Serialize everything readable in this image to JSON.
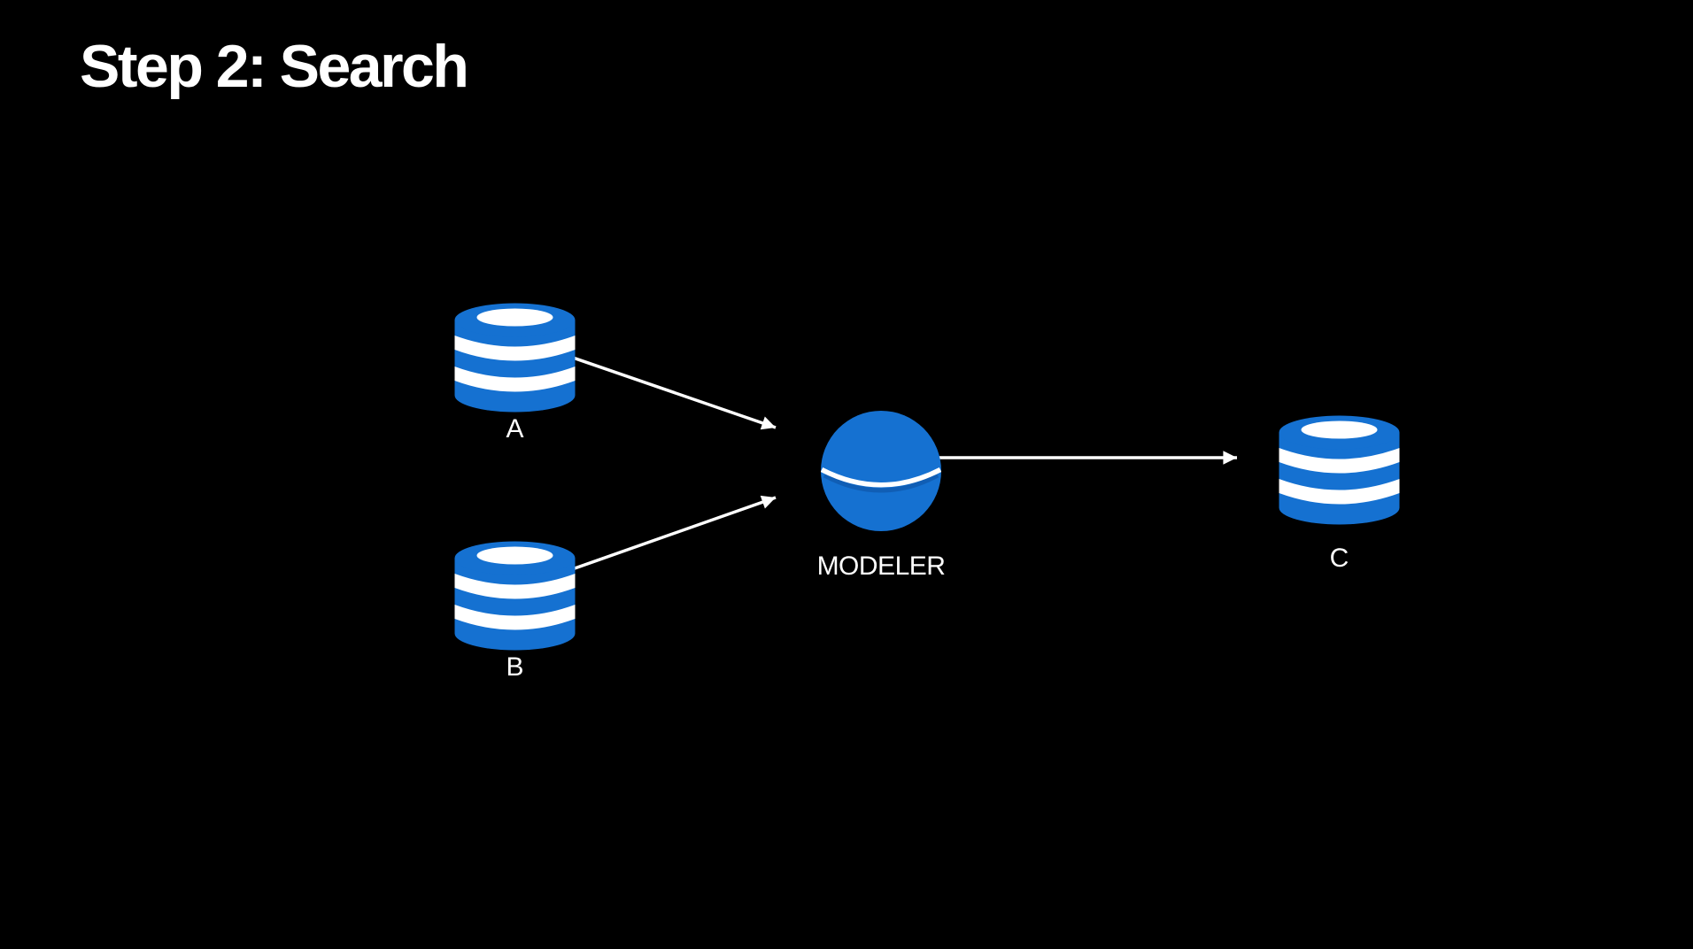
{
  "title": "Step 2: Search",
  "colors": {
    "background": "#000000",
    "node_blue": "#1571d1",
    "stripe_white": "#ffffff",
    "text": "#ffffff",
    "arrow": "#ffffff"
  },
  "diagram": {
    "nodes": [
      {
        "id": "A",
        "label": "A",
        "type": "database",
        "icon": "database-cylinder-icon"
      },
      {
        "id": "B",
        "label": "B",
        "type": "database",
        "icon": "database-cylinder-icon"
      },
      {
        "id": "MODELER",
        "label": "MODELER",
        "type": "process",
        "icon": "sphere-icon"
      },
      {
        "id": "C",
        "label": "C",
        "type": "database",
        "icon": "database-cylinder-icon"
      }
    ],
    "edges": [
      {
        "from": "A",
        "to": "MODELER"
      },
      {
        "from": "B",
        "to": "MODELER"
      },
      {
        "from": "MODELER",
        "to": "C"
      }
    ]
  }
}
